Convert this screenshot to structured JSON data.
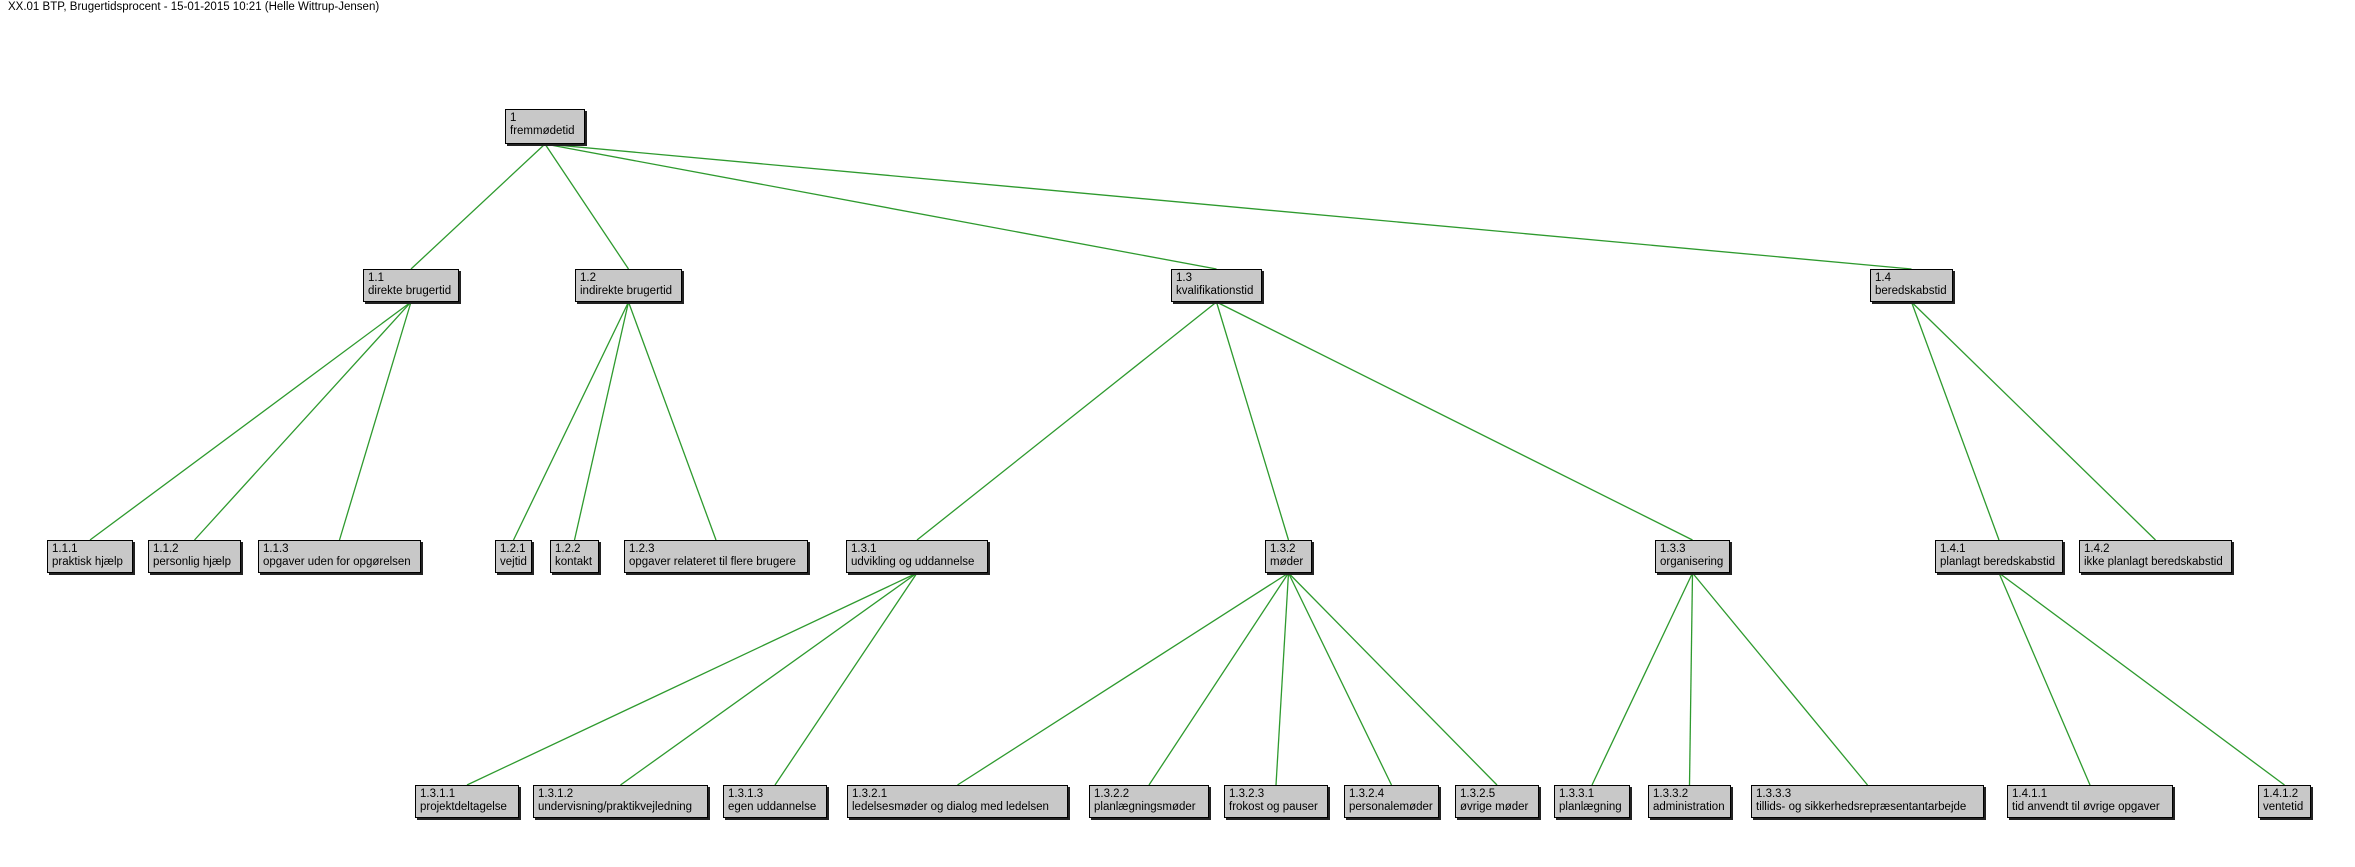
{
  "title": "XX.01 BTP, Brugertidsprocent - 15-01-2015 10:21 (Helle Wittrup-Jensen)",
  "colors": {
    "edge": "#2e9a2e",
    "node_fill": "#c8c8c8",
    "node_border": "#000000"
  },
  "nodes": [
    {
      "id": "1",
      "label": "fremmødetid",
      "parent": null
    },
    {
      "id": "1.1",
      "label": "direkte brugertid",
      "parent": "1"
    },
    {
      "id": "1.2",
      "label": "indirekte brugertid",
      "parent": "1"
    },
    {
      "id": "1.3",
      "label": "kvalifikationstid",
      "parent": "1"
    },
    {
      "id": "1.4",
      "label": "beredskabstid",
      "parent": "1"
    },
    {
      "id": "1.1.1",
      "label": "praktisk hjælp",
      "parent": "1.1"
    },
    {
      "id": "1.1.2",
      "label": "personlig hjælp",
      "parent": "1.1"
    },
    {
      "id": "1.1.3",
      "label": "opgaver uden for opgørelsen",
      "parent": "1.1"
    },
    {
      "id": "1.2.1",
      "label": "vejtid",
      "parent": "1.2"
    },
    {
      "id": "1.2.2",
      "label": "kontakt",
      "parent": "1.2"
    },
    {
      "id": "1.2.3",
      "label": "opgaver relateret til flere brugere",
      "parent": "1.2"
    },
    {
      "id": "1.3.1",
      "label": "udvikling og uddannelse",
      "parent": "1.3"
    },
    {
      "id": "1.3.2",
      "label": "møder",
      "parent": "1.3"
    },
    {
      "id": "1.3.3",
      "label": "organisering",
      "parent": "1.3"
    },
    {
      "id": "1.4.1",
      "label": "planlagt beredskabstid",
      "parent": "1.4"
    },
    {
      "id": "1.4.2",
      "label": "ikke planlagt beredskabstid",
      "parent": "1.4"
    },
    {
      "id": "1.3.1.1",
      "label": "projektdeltagelse",
      "parent": "1.3.1"
    },
    {
      "id": "1.3.1.2",
      "label": "undervisning/praktikvejledning",
      "parent": "1.3.1"
    },
    {
      "id": "1.3.1.3",
      "label": "egen uddannelse",
      "parent": "1.3.1"
    },
    {
      "id": "1.3.2.1",
      "label": "ledelsesmøder og dialog med ledelsen",
      "parent": "1.3.2"
    },
    {
      "id": "1.3.2.2",
      "label": "planlægningsmøder",
      "parent": "1.3.2"
    },
    {
      "id": "1.3.2.3",
      "label": "frokost og pauser",
      "parent": "1.3.2"
    },
    {
      "id": "1.3.2.4",
      "label": "personalemøder",
      "parent": "1.3.2"
    },
    {
      "id": "1.3.2.5",
      "label": "øvrige møder",
      "parent": "1.3.2"
    },
    {
      "id": "1.3.3.1",
      "label": "planlægning",
      "parent": "1.3.3"
    },
    {
      "id": "1.3.3.2",
      "label": "administration",
      "parent": "1.3.3"
    },
    {
      "id": "1.3.3.3",
      "label": "tillids- og sikkerhedsrepræsentantarbejde",
      "parent": "1.3.3"
    },
    {
      "id": "1.4.1.1",
      "label": "tid anvendt til øvrige opgaver",
      "parent": "1.4.1"
    },
    {
      "id": "1.4.1.2",
      "label": "ventetid",
      "parent": "1.4.1"
    }
  ]
}
